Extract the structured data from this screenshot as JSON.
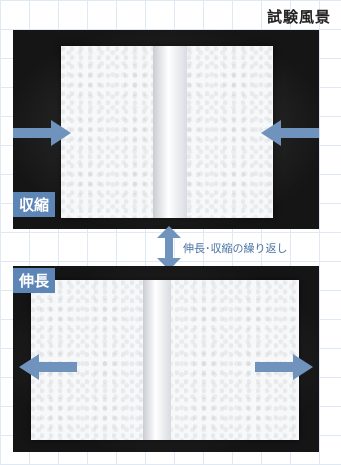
{
  "title": "試験風景",
  "caption": "伸長･収縮の繰り返し",
  "top_photo": {
    "label": "収縮"
  },
  "bottom_photo": {
    "label": "伸長"
  },
  "colors": {
    "arrow": "#6f93bd",
    "label_bg": "#5d86b6",
    "caption": "#4a73a5"
  },
  "icons": [
    "arrow-right-icon",
    "arrow-left-icon",
    "double-arrow-vertical-icon"
  ]
}
